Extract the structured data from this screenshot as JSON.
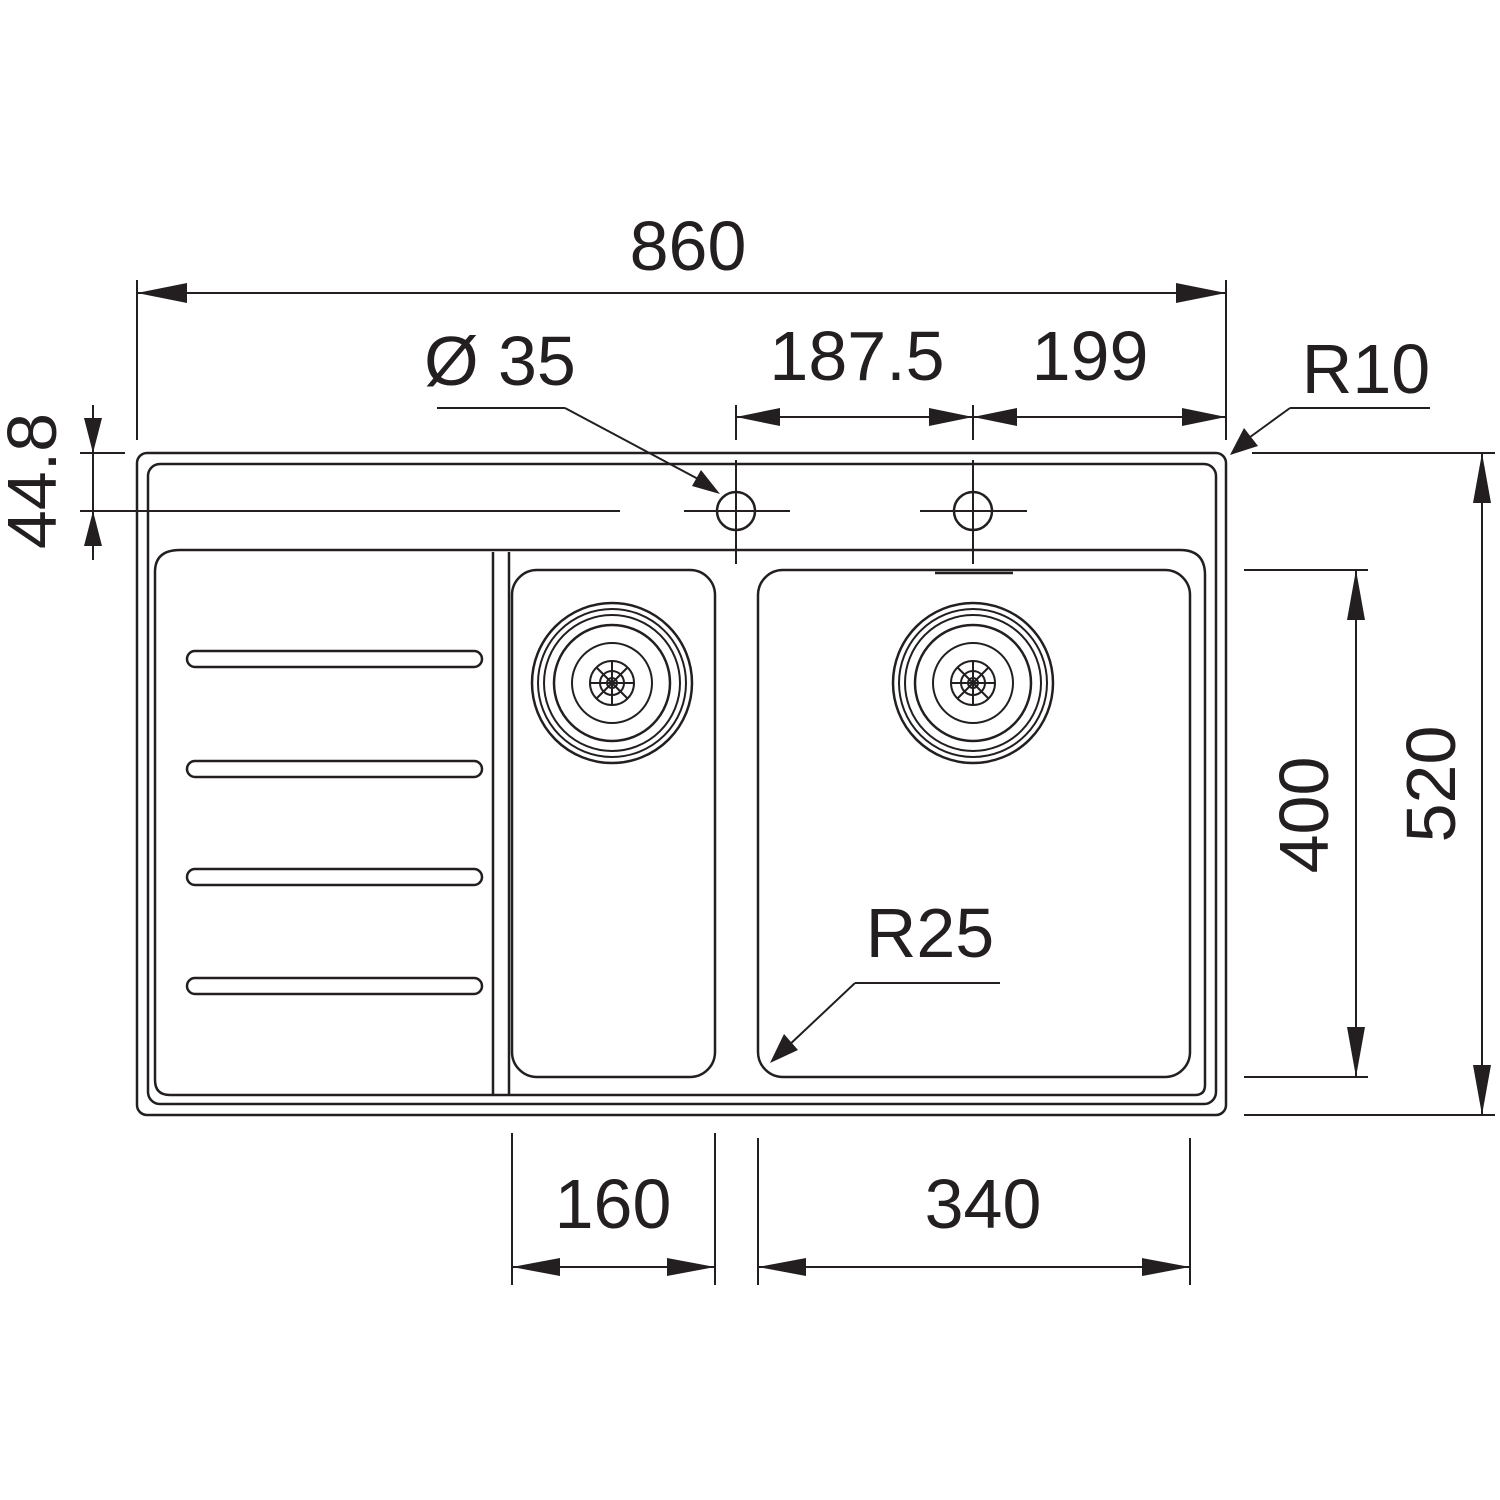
{
  "dimensions": {
    "overall_width": "860",
    "tap_hole_diameter": "Ø 35",
    "tap_spacing": "187.5",
    "tap_to_edge": "199",
    "corner_radius_outer": "R10",
    "tap_hole_offset": "44.8",
    "bowl_depth": "400",
    "overall_depth": "520",
    "bowl_corner_radius": "R25",
    "small_bowl_width": "160",
    "large_bowl_width": "340"
  }
}
